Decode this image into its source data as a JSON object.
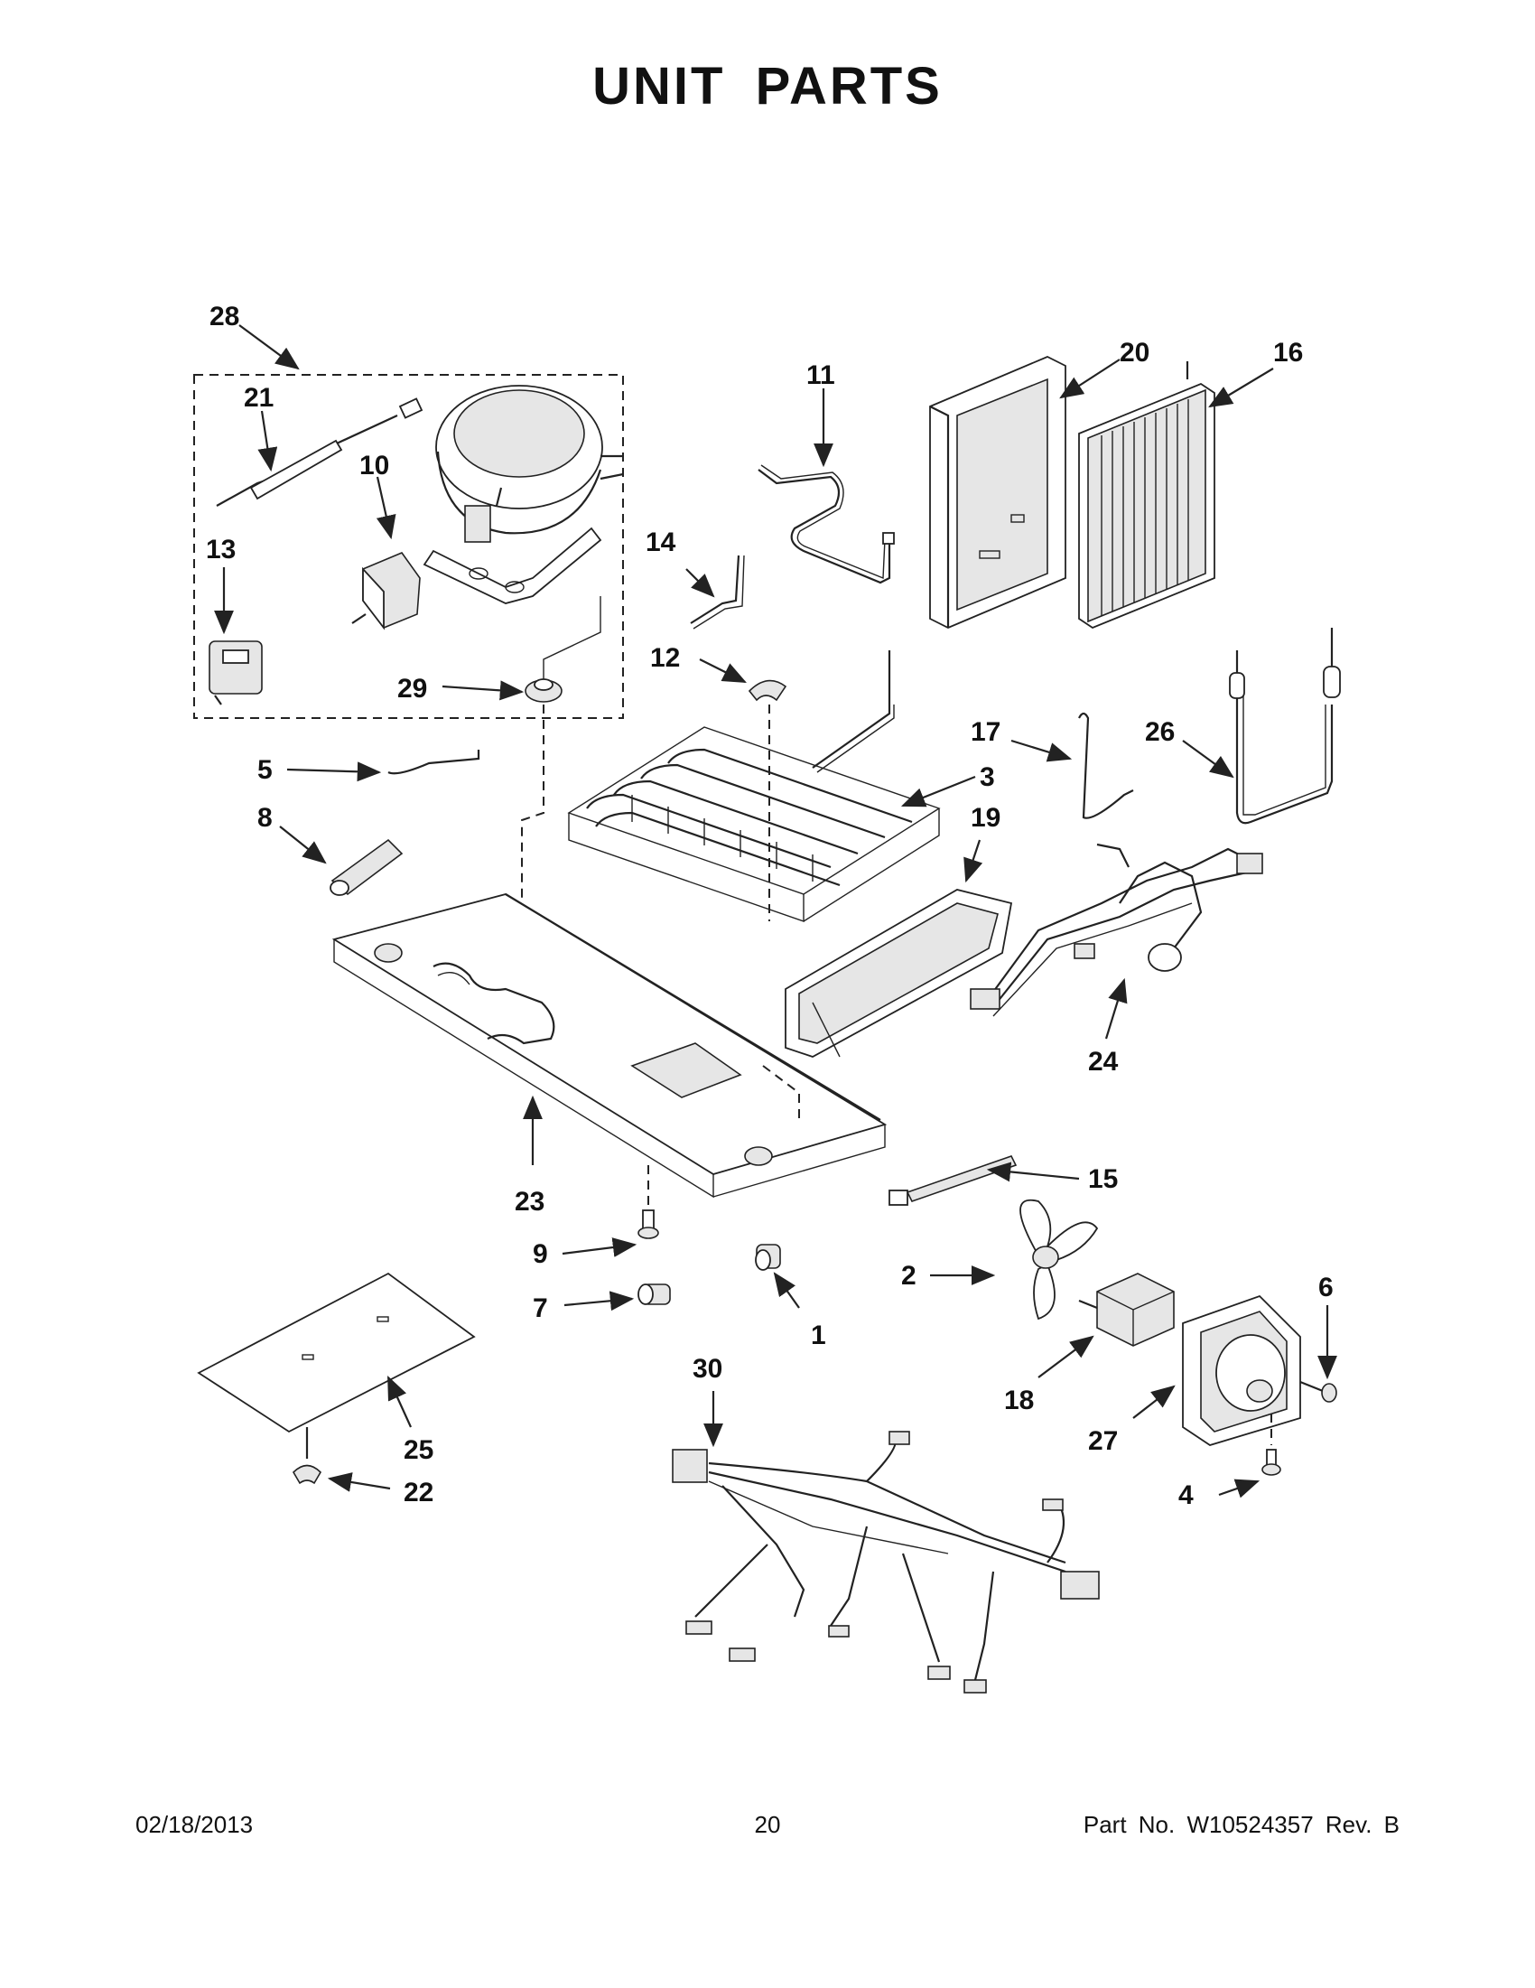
{
  "title": "UNIT PARTS",
  "callouts": [
    {
      "id": "c28",
      "label": "28"
    },
    {
      "id": "c21",
      "label": "21"
    },
    {
      "id": "c10",
      "label": "10"
    },
    {
      "id": "c13",
      "label": "13"
    },
    {
      "id": "c29",
      "label": "29"
    },
    {
      "id": "c11",
      "label": "11"
    },
    {
      "id": "c20",
      "label": "20"
    },
    {
      "id": "c16",
      "label": "16"
    },
    {
      "id": "c14",
      "label": "14"
    },
    {
      "id": "c12",
      "label": "12"
    },
    {
      "id": "c17",
      "label": "17"
    },
    {
      "id": "c26",
      "label": "26"
    },
    {
      "id": "c3",
      "label": "3"
    },
    {
      "id": "c19",
      "label": "19"
    },
    {
      "id": "c5",
      "label": "5"
    },
    {
      "id": "c8",
      "label": "8"
    },
    {
      "id": "c24",
      "label": "24"
    },
    {
      "id": "c23",
      "label": "23"
    },
    {
      "id": "c15",
      "label": "15"
    },
    {
      "id": "c9",
      "label": "9"
    },
    {
      "id": "c7",
      "label": "7"
    },
    {
      "id": "c1",
      "label": "1"
    },
    {
      "id": "c2",
      "label": "2"
    },
    {
      "id": "c6",
      "label": "6"
    },
    {
      "id": "c18",
      "label": "18"
    },
    {
      "id": "c27",
      "label": "27"
    },
    {
      "id": "c30",
      "label": "30"
    },
    {
      "id": "c25",
      "label": "25"
    },
    {
      "id": "c22",
      "label": "22"
    },
    {
      "id": "c4",
      "label": "4"
    }
  ],
  "footer": {
    "date": "02/18/2013",
    "page": "20",
    "part_number": "Part No.  W10524357  Rev.  B"
  }
}
